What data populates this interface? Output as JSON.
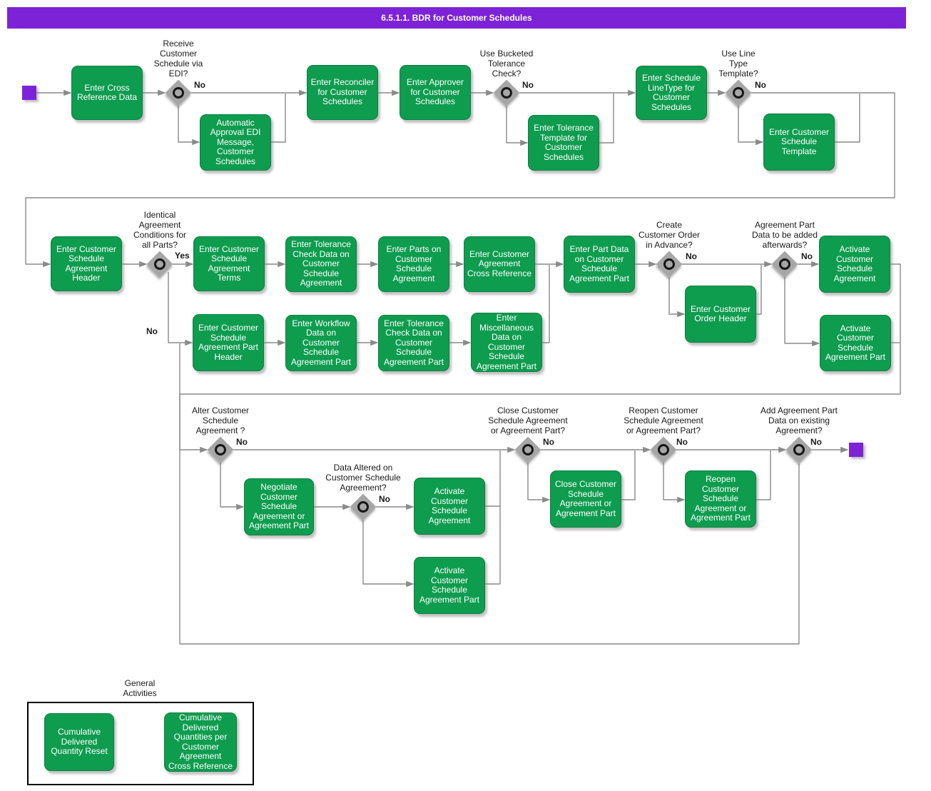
{
  "window": {
    "title": "6.5.1.1. BDR for Customer Schedules"
  },
  "colors": {
    "title_bar": "#7d23d7",
    "terminal_purple": "#7d23d7",
    "activity_green": "#0e9c4f",
    "decision_gray": "#a6a6a6",
    "connector_gray": "#8a8a8a"
  },
  "activities": {
    "cross_reference": "Enter Cross\nReference Data",
    "auto_approval_edi": "Automatic\nApproval EDI\nMessage,\nCustomer\nSchedules",
    "reconciler": "Enter Reconciler\nfor Customer\nSchedules",
    "approver": "Enter Approver\nfor Customer\nSchedules",
    "tolerance_template": "Enter Tolerance\nTemplate for\nCustomer\nSchedules",
    "schedule_linetype": "Enter Schedule\nLineType for\nCustomer\nSchedules",
    "schedule_template": "Enter Customer\nSchedule\nTemplate",
    "agreement_header": "Enter Customer\nSchedule\nAgreement\nHeader",
    "agreement_terms": "Enter Customer\nSchedule\nAgreement\nTerms",
    "tolerance_check_agreement": "Enter Tolerance\nCheck Data on\nCustomer\nSchedule\nAgreement",
    "parts_on_agreement": "Enter Parts on\nCustomer\nSchedule\nAgreement",
    "agreement_cross_reference": "Enter Customer\nAgreement\nCross Reference",
    "part_data_agreement_part": "Enter Part Data\non Customer\nSchedule\nAgreement Part",
    "customer_order_header": "Enter Customer\nOrder Header",
    "activate_agreement_r2": "Activate\nCustomer\nSchedule\nAgreement",
    "activate_agreement_part_r2": "Activate\nCustomer\nSchedule\nAgreement Part",
    "agreement_part_header": "Enter Customer\nSchedule\nAgreement Part\nHeader",
    "workflow_data_part": "Enter Workflow\nData on\nCustomer\nSchedule\nAgreement Part",
    "tolerance_check_part": "Enter Tolerance\nCheck Data on\nCustomer\nSchedule\nAgreement Part",
    "misc_data_part": "Enter\nMiscellaneous\nData on\nCustomer\nSchedule\nAgreement Part",
    "negotiate": "Negotiate\nCustomer\nSchedule\nAgreement or\nAgreement Part",
    "activate_agreement_r3": "Activate\nCustomer\nSchedule\nAgreement",
    "activate_agreement_part_r3": "Activate\nCustomer\nSchedule\nAgreement Part",
    "close_agreement": "Close Customer\nSchedule\nAgreement or\nAgreement Part",
    "reopen_agreement": "Reopen\nCustomer\nSchedule\nAgreement or\nAgreement Part"
  },
  "decisions": {
    "receive_edi": {
      "question": "Receive\nCustomer\nSchedule via\nEDI?",
      "no": "No"
    },
    "bucketed_tolerance": {
      "question": "Use Bucketed\nTolerance\nCheck?",
      "no": "No"
    },
    "line_type_template": {
      "question": "Use Line\nType\nTemplate?",
      "no": "No"
    },
    "identical_conditions": {
      "question": "Identical\nAgreement\nConditions for\nall Parts?",
      "yes": "Yes",
      "no": "No"
    },
    "create_order_advance": {
      "question": "Create\nCustomer Order\nin Advance?",
      "no": "No"
    },
    "part_data_afterwards": {
      "question": "Agreement Part\nData to be added\nafterwards?",
      "no": "No"
    },
    "alter_agreement": {
      "question": "Alter Customer\nSchedule\nAgreement ?",
      "no": "No"
    },
    "data_altered": {
      "question": "Data Altered on\nCustomer Schedule\nAgreement?",
      "no": "No"
    },
    "close_agreement": {
      "question": "Close Customer\nSchedule Agreement\nor Agreement Part?",
      "no": "No"
    },
    "reopen_agreement": {
      "question": "Reopen Customer\nSchedule Agreement\nor Agreement Part?",
      "no": "No"
    },
    "add_part_existing": {
      "question": "Add Agreement Part\nData on existing\nAgreement?",
      "no": "No"
    }
  },
  "general": {
    "heading": "General\nActivities",
    "items": {
      "quantity_reset": "Cumulative\nDelivered\nQuantity Reset",
      "quantities_per_cross_reference": "Cumulative\nDelivered\nQuantities per\nCustomer\nAgreement\nCross Reference"
    }
  }
}
